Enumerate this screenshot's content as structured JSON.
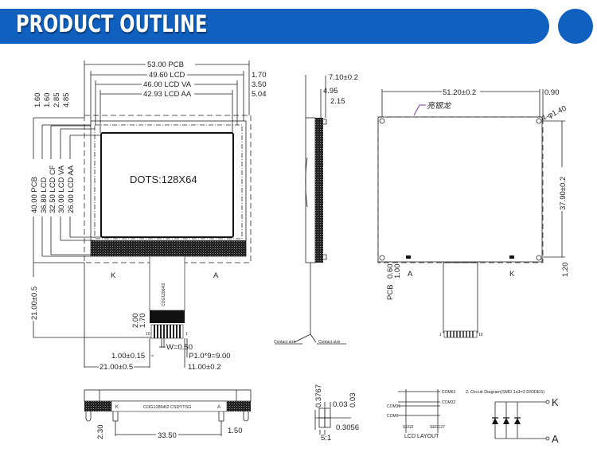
{
  "header": {
    "title": "PRODUCT OUTLINE",
    "accent_color": "#1060c0"
  },
  "front_view": {
    "top_dims": {
      "pcb": "53.00 PCB",
      "lcd": "49.60 LCD",
      "va": "46.00 LCD VA",
      "aa": "42.93 LCD AA",
      "off1": "1.70",
      "off2": "3.50",
      "off3": "5.04"
    },
    "left_top_dims": [
      "1.60",
      "1.60",
      "2.85",
      "4.85"
    ],
    "left_dims": [
      "40.00 PCB",
      "36.80 LCD",
      "32.50 LCD CF",
      "30.00 LCD VA",
      "26.00 LCD AA"
    ],
    "dots": "DOTS:128X64",
    "k": "K",
    "a": "A",
    "fpc_label": "COG12864I2",
    "fpc_length": "21.00±0.5",
    "pin_dims": {
      "d200": "2.00",
      "d170": "1.70",
      "w": "W=0.50",
      "edge": "1.00±0.15",
      "pitch": "P1.0*9=9.00",
      "offset": "21.00±0.5",
      "width": "11.00±0.2",
      "pin10": "10",
      "pin1": "1"
    }
  },
  "side_view": {
    "d1": "7.10±0.2",
    "d2": "4.95",
    "d3": "2.15",
    "contact_left": "Contact size",
    "contact_right": "Contact size"
  },
  "back_view": {
    "width": "51.20±0.2",
    "off": "0.90",
    "note": "亮银龙",
    "holes": "4-φ1.40",
    "height": "37.90±0.2",
    "bottom": "1.20",
    "pcb": "PCB",
    "d060": "0.60",
    "d100": "1.00",
    "a": "A",
    "k": "K",
    "pin1": "1",
    "pin10": "10"
  },
  "bottom_view": {
    "label": "COG12864I2 CSDYTSG",
    "k": "K",
    "a": "A",
    "d230": "2.30",
    "d3350": "33.50",
    "d150": "1.50"
  },
  "pixel_detail": {
    "d1": "0.3767",
    "d2": "0.03",
    "d3": "0.03",
    "d4": "0.3056",
    "scale": "5:1"
  },
  "lcd_layout": {
    "com63": "COM63",
    "com32": "COM32",
    "com31": "COM31",
    "com0": "COM0",
    "seg0": "SEG0",
    "seg127": "SEG127",
    "title": "LCD  LAYOUT"
  },
  "circuit": {
    "title": "2. Circuit Diagram(SMD 1x3=3 DIODES)",
    "k": "K",
    "a": "A"
  }
}
